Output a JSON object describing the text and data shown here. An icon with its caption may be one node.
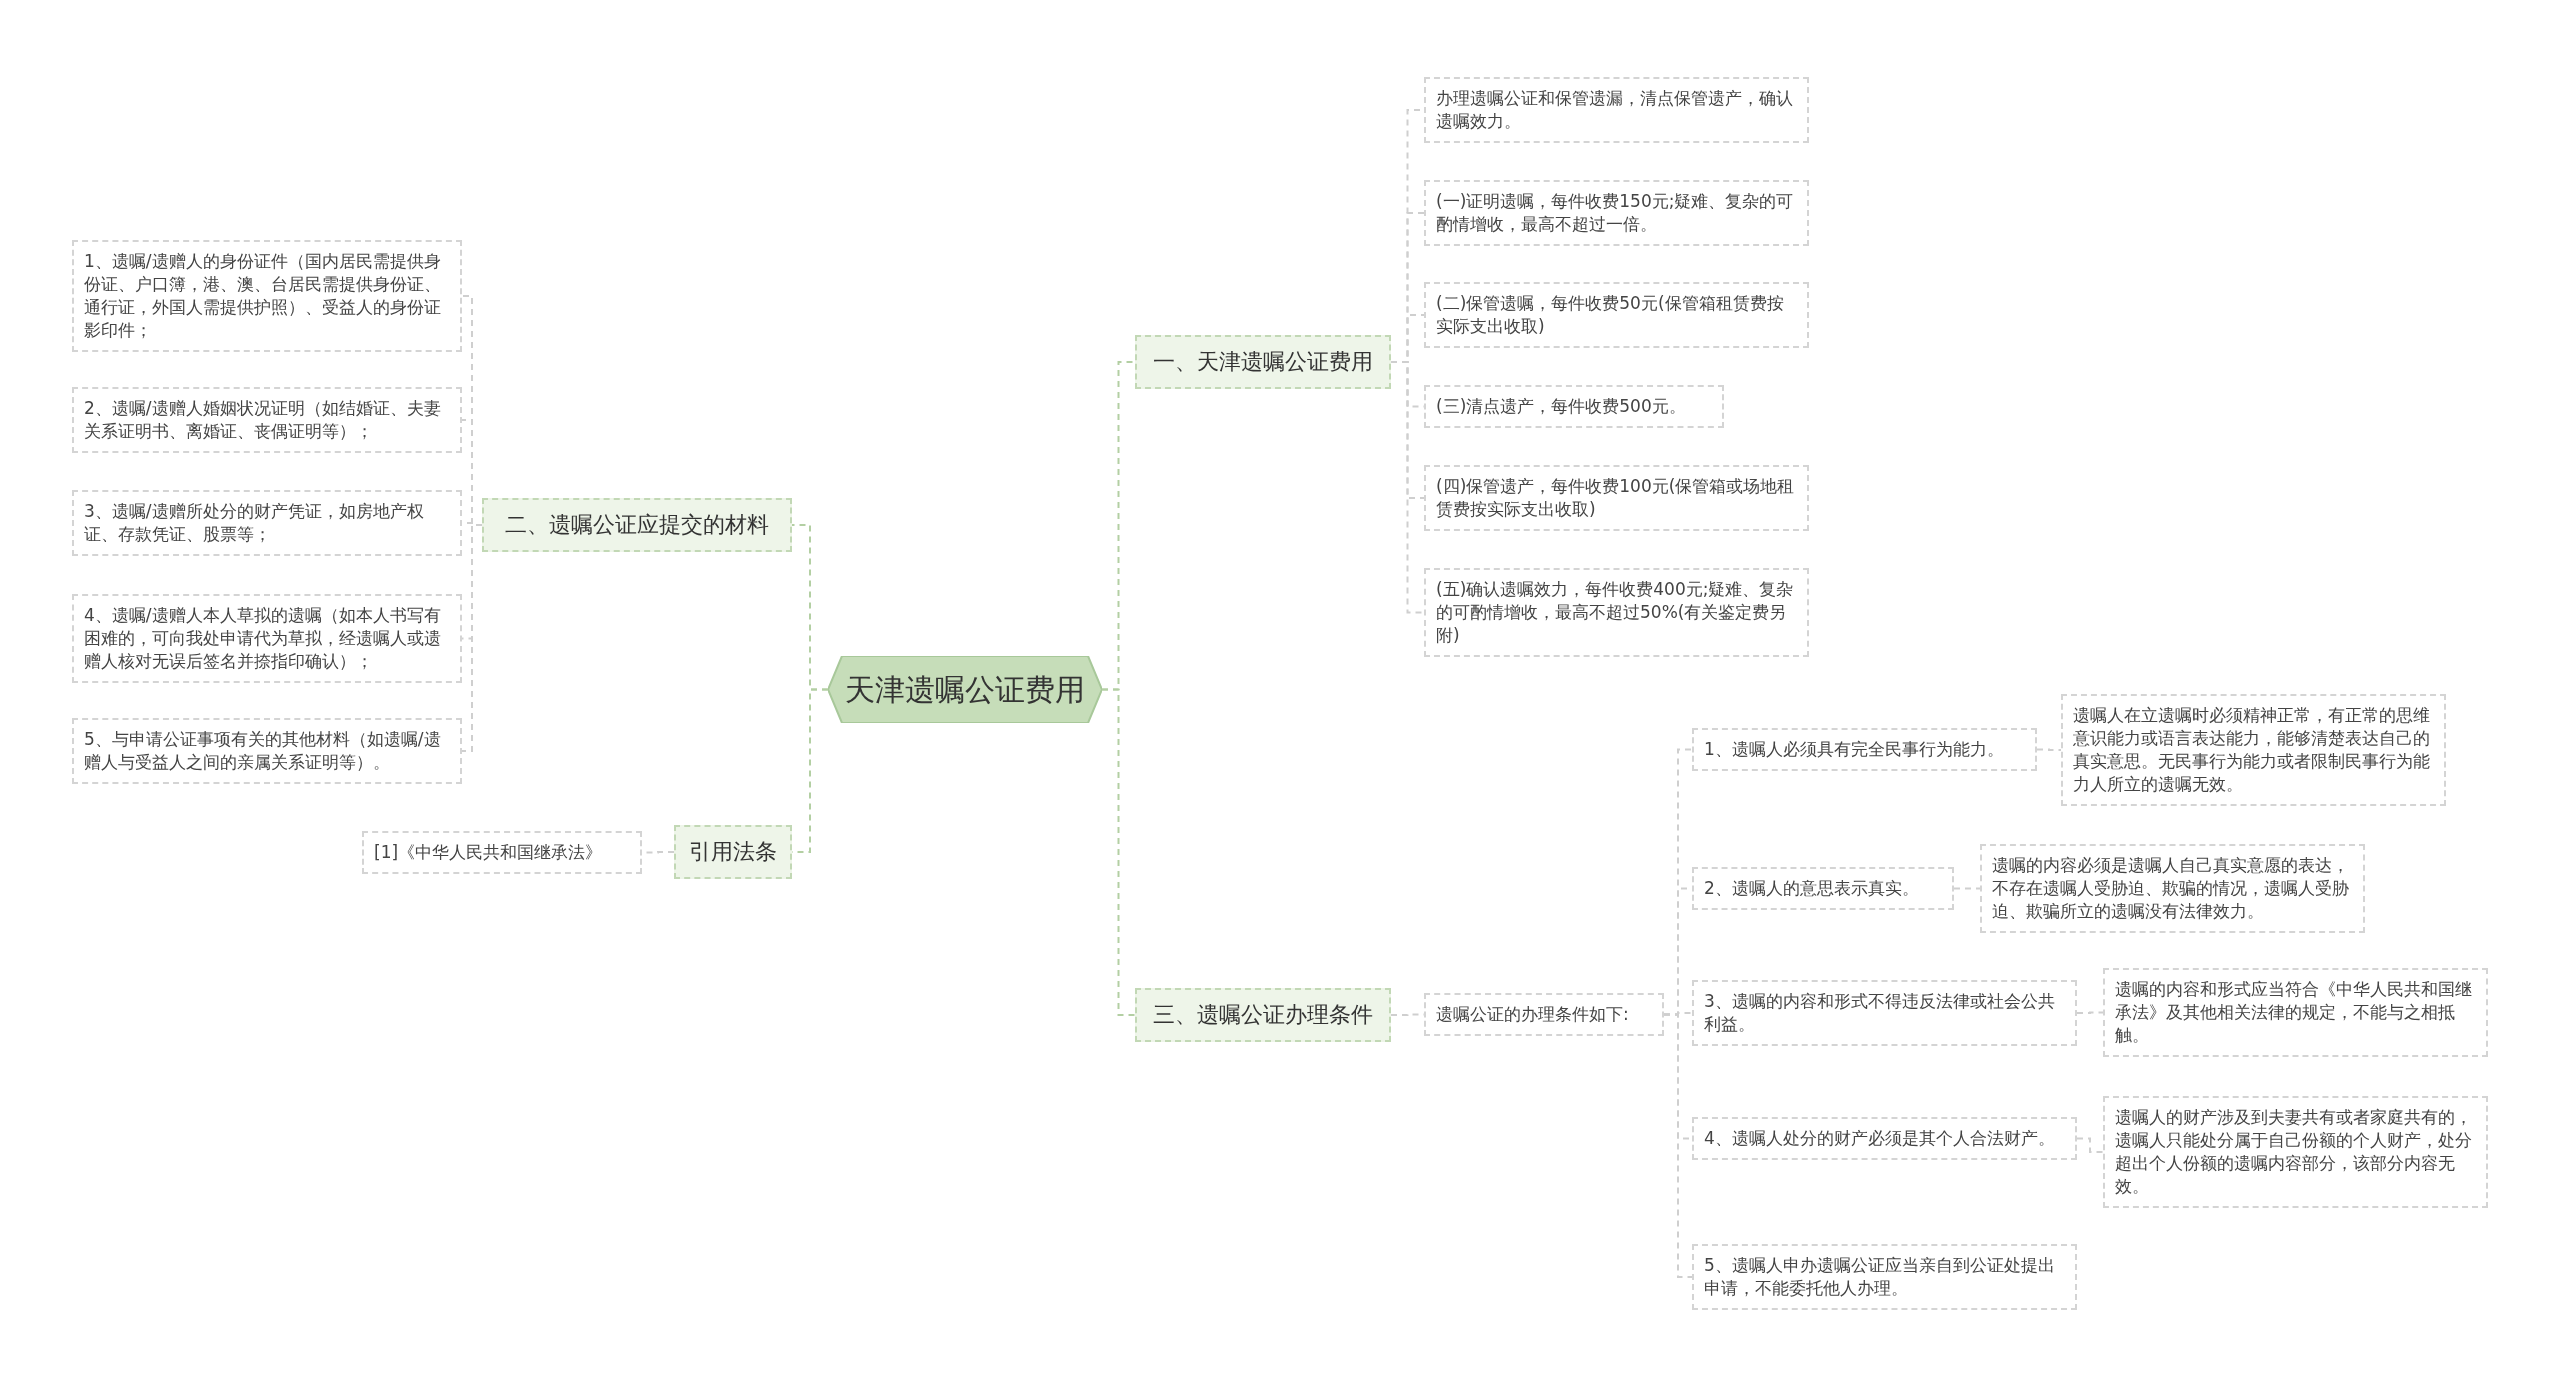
{
  "diagram": {
    "nodes": [
      {
        "text": [
          "天津遗嘱公证费用"
        ]
      },
      {
        "text": [
          "一、天津遗嘱公证费用"
        ]
      },
      {
        "text": [
          "办理遗嘱公证和保管遗漏，清点保管遗产，确认遗嘱效力。"
        ]
      },
      {
        "text": [
          "(一)证明遗嘱，每件收费150元;疑难、复杂的可酌情增收，最高不超过一倍。"
        ]
      },
      {
        "text": [
          "(二)保管遗嘱，每件收费50元(保管箱租赁费按实际支出收取)"
        ]
      },
      {
        "text": [
          "(三)清点遗产，每件收费500元。"
        ]
      },
      {
        "text": [
          "(四)保管遗产，每件收费100元(保管箱或场地租赁费按实际支出收取)"
        ]
      },
      {
        "text": [
          "(五)确认遗嘱效力，每件收费400元;疑难、复杂的可酌情增收，最高不超过50%(有关鉴定费另附)"
        ]
      },
      {
        "text": [
          "二、遗嘱公证应提交的材料"
        ]
      },
      {
        "text": [
          "1、遗嘱/遗赠人的身份证件（国内居民需提供身份证、户口簿，港、澳、台居民需提供身份证、通行证，外国人需提供护照）、受益人的身份证影印件；"
        ]
      },
      {
        "text": [
          "2、遗嘱/遗赠人婚姻状况证明（如结婚证、夫妻关系证明书、离婚证、丧偶证明等）；"
        ]
      },
      {
        "text": [
          "3、遗嘱/遗赠所处分的财产凭证，如房地产权证、存款凭证、股票等；"
        ]
      },
      {
        "text": [
          "4、遗嘱/遗赠人本人草拟的遗嘱（如本人书写有困难的，可向我处申请代为草拟，经遗嘱人或遗赠人核对无误后签名并捺指印确认）；"
        ]
      },
      {
        "text": [
          "5、与申请公证事项有关的其他材料（如遗嘱/遗赠人与受益人之间的亲属关系证明等）。"
        ]
      },
      {
        "text": [
          "引用法条"
        ]
      },
      {
        "text": [
          "[1]《中华人民共和国继承法》"
        ]
      },
      {
        "text": [
          "三、遗嘱公证办理条件"
        ]
      },
      {
        "text": [
          "遗嘱公证的办理条件如下:"
        ]
      },
      {
        "text": [
          "1、遗嘱人必须具有完全民事行为能力。"
        ]
      },
      {
        "text": [
          "遗嘱人在立遗嘱时必须精神正常，有正常的思维意识能力或语言表达能力，能够清楚表达自己的真实意思。无民事行为能力或者限制民事行为能力人所立的遗嘱无效。"
        ]
      },
      {
        "text": [
          "2、遗嘱人的意思表示真实。"
        ]
      },
      {
        "text": [
          "遗嘱的内容必须是遗嘱人自己真实意愿的表达，不存在遗嘱人受胁迫、欺骗的情况，遗嘱人受胁迫、欺骗所立的遗嘱没有法律效力。"
        ]
      },
      {
        "text": [
          "3、遗嘱的内容和形式不得违反法律或社会公共利益。"
        ]
      },
      {
        "text": [
          "遗嘱的内容和形式应当符合《中华人民共和国继承法》及其他相关法律的规定，不能与之相抵触。"
        ]
      },
      {
        "text": [
          "4、遗嘱人处分的财产必须是其个人合法财产。"
        ]
      },
      {
        "text": [
          "遗嘱人的财产涉及到夫妻共有或者家庭共有的，遗嘱人只能处分属于自己份额的个人财产，处分超出个人份额的遗嘱内容部分，该部分内容无效。"
        ]
      },
      {
        "text": [
          "5、遗嘱人申办遗嘱公证应当亲自到公证处提出申请，不能委托他人办理。"
        ]
      }
    ],
    "edges": [
      {
        "from": 0,
        "to": 1,
        "arrow": "none",
        "color": "#b3cfa3"
      },
      {
        "from": 1,
        "to": 2,
        "arrow": "none"
      },
      {
        "from": 1,
        "to": 3,
        "arrow": "none"
      },
      {
        "from": 1,
        "to": 4,
        "arrow": "none"
      },
      {
        "from": 1,
        "to": 5,
        "arrow": "none"
      },
      {
        "from": 1,
        "to": 6,
        "arrow": "none"
      },
      {
        "from": 1,
        "to": 7,
        "arrow": "none"
      },
      {
        "from": 0,
        "to": 8,
        "arrow": "none",
        "color": "#b3cfa3"
      },
      {
        "from": 8,
        "to": 9,
        "arrow": "none"
      },
      {
        "from": 8,
        "to": 10,
        "arrow": "none"
      },
      {
        "from": 8,
        "to": 11,
        "arrow": "none"
      },
      {
        "from": 8,
        "to": 12,
        "arrow": "none"
      },
      {
        "from": 8,
        "to": 13,
        "arrow": "none"
      },
      {
        "from": 0,
        "to": 14,
        "arrow": "none",
        "color": "#b3cfa3"
      },
      {
        "from": 14,
        "to": 15,
        "arrow": "none"
      },
      {
        "from": 0,
        "to": 16,
        "arrow": "none",
        "color": "#b3cfa3"
      },
      {
        "from": 16,
        "to": 17,
        "arrow": "none"
      },
      {
        "from": 17,
        "to": 18,
        "arrow": "none"
      },
      {
        "from": 18,
        "to": 19,
        "arrow": "none"
      },
      {
        "from": 17,
        "to": 20,
        "arrow": "none"
      },
      {
        "from": 20,
        "to": 21,
        "arrow": "none"
      },
      {
        "from": 17,
        "to": 22,
        "arrow": "none"
      },
      {
        "from": 22,
        "to": 23,
        "arrow": "none"
      },
      {
        "from": 17,
        "to": 24,
        "arrow": "none"
      },
      {
        "from": 24,
        "to": 25,
        "arrow": "none"
      },
      {
        "from": 17,
        "to": 26,
        "arrow": "none"
      }
    ]
  }
}
